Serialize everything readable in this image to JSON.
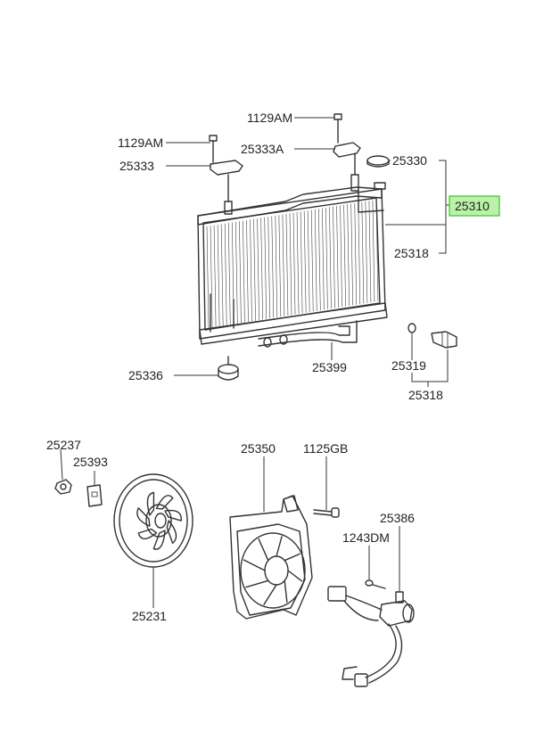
{
  "labels": {
    "p1129AM_top": "1129AM",
    "p25333A": "25333A",
    "p1129AM_left": "1129AM",
    "p25333": "25333",
    "p25330": "25330",
    "p25310": "25310",
    "p25318_top": "25318",
    "p25336": "25336",
    "p25399": "25399",
    "p25319": "25319",
    "p25318_bottom": "25318",
    "p25237": "25237",
    "p25393": "25393",
    "p25350": "25350",
    "p1125GB": "1125GB",
    "p25386": "25386",
    "p1243DM": "1243DM",
    "p25231": "25231"
  },
  "highlight": {
    "part": "25310",
    "color": "#b9f3a7",
    "border": "#3fbf2f"
  }
}
